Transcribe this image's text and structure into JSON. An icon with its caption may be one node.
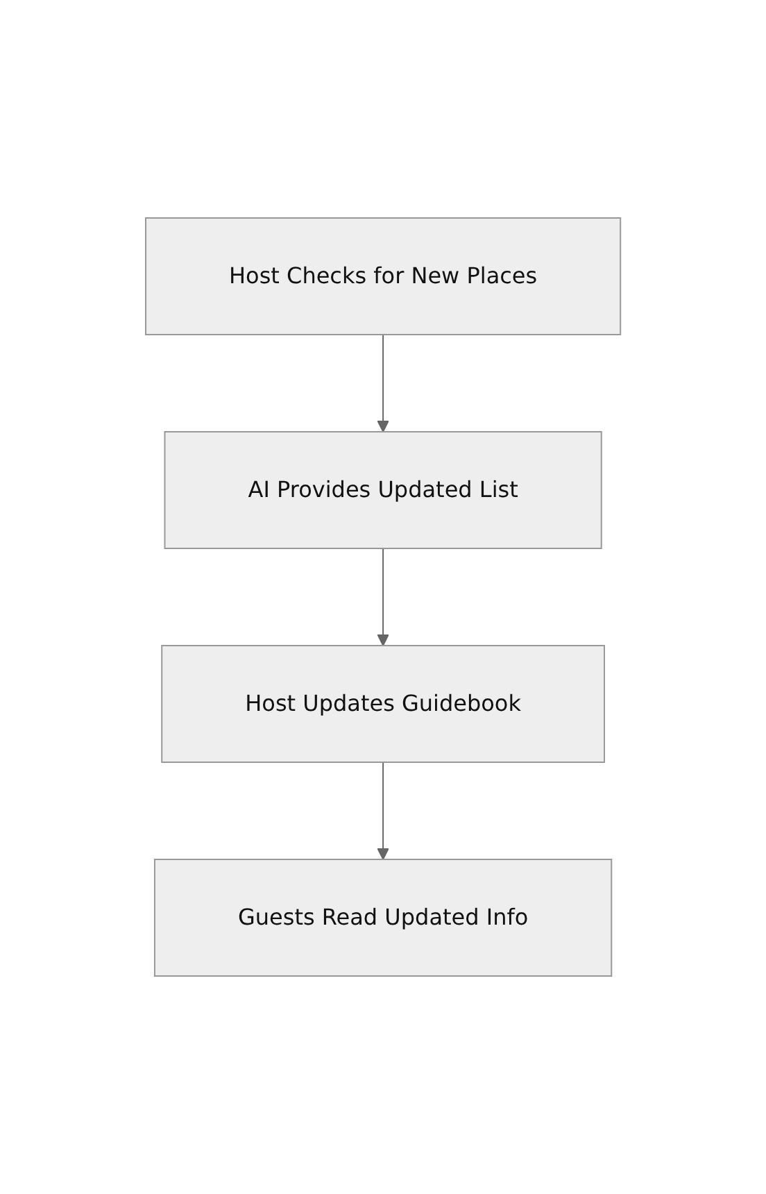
{
  "diagram": {
    "nodes": [
      {
        "text": [
          "Host Checks for New Places"
        ]
      },
      {
        "text": [
          "AI Provides Updated List"
        ]
      },
      {
        "text": [
          "Host Updates Guidebook"
        ]
      },
      {
        "text": [
          "Guests Read Updated Info"
        ]
      }
    ],
    "edges": [
      {
        "from": 0,
        "to": 1,
        "arrow": "to"
      },
      {
        "from": 1,
        "to": 2,
        "arrow": "to"
      },
      {
        "from": 2,
        "to": 3,
        "arrow": "to"
      }
    ]
  }
}
